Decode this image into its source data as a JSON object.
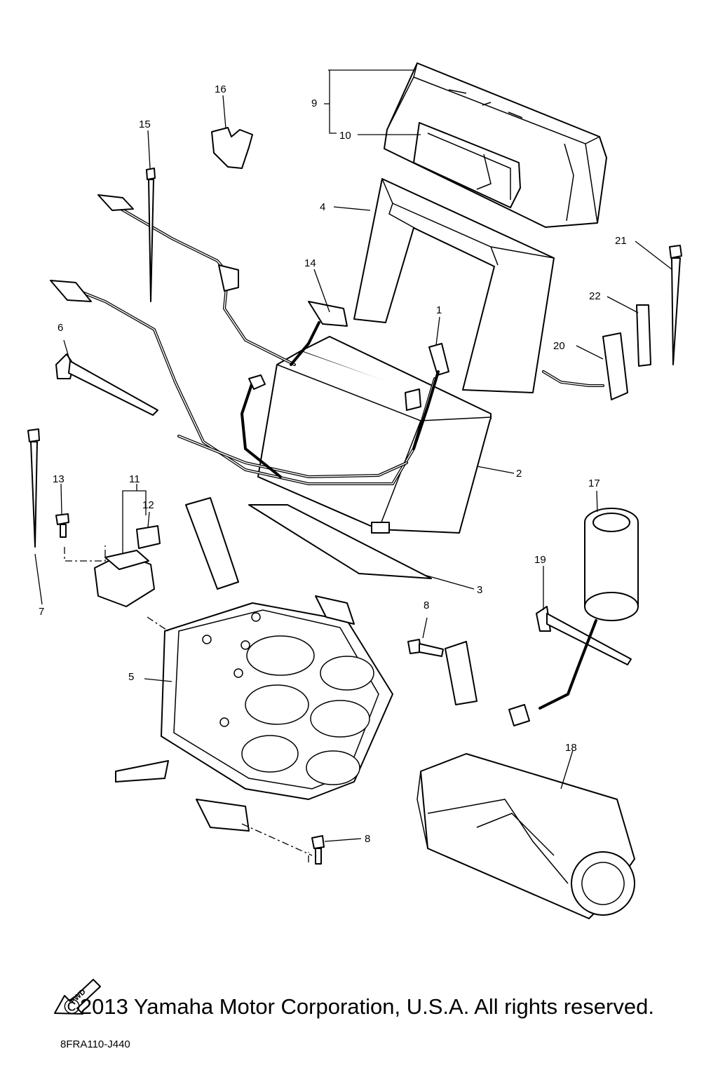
{
  "diagram": {
    "drawing_code": "8FRA110-J440",
    "fwd_label": "FWD",
    "callouts": {
      "c1": "1",
      "c2": "2",
      "c3": "3",
      "c4": "4",
      "c5": "5",
      "c6": "6",
      "c7": "7",
      "c8a": "8",
      "c8b": "8",
      "c9": "9",
      "c10": "10",
      "c11": "11",
      "c12": "12",
      "c13": "13",
      "c14": "14",
      "c15": "15",
      "c16": "16",
      "c17": "17",
      "c18": "18",
      "c19": "19",
      "c20": "20",
      "c21": "21",
      "c22": "22"
    }
  },
  "footer": {
    "copyright": "©2013 Yamaha Motor Corporation, U.S.A. All rights reserved."
  }
}
